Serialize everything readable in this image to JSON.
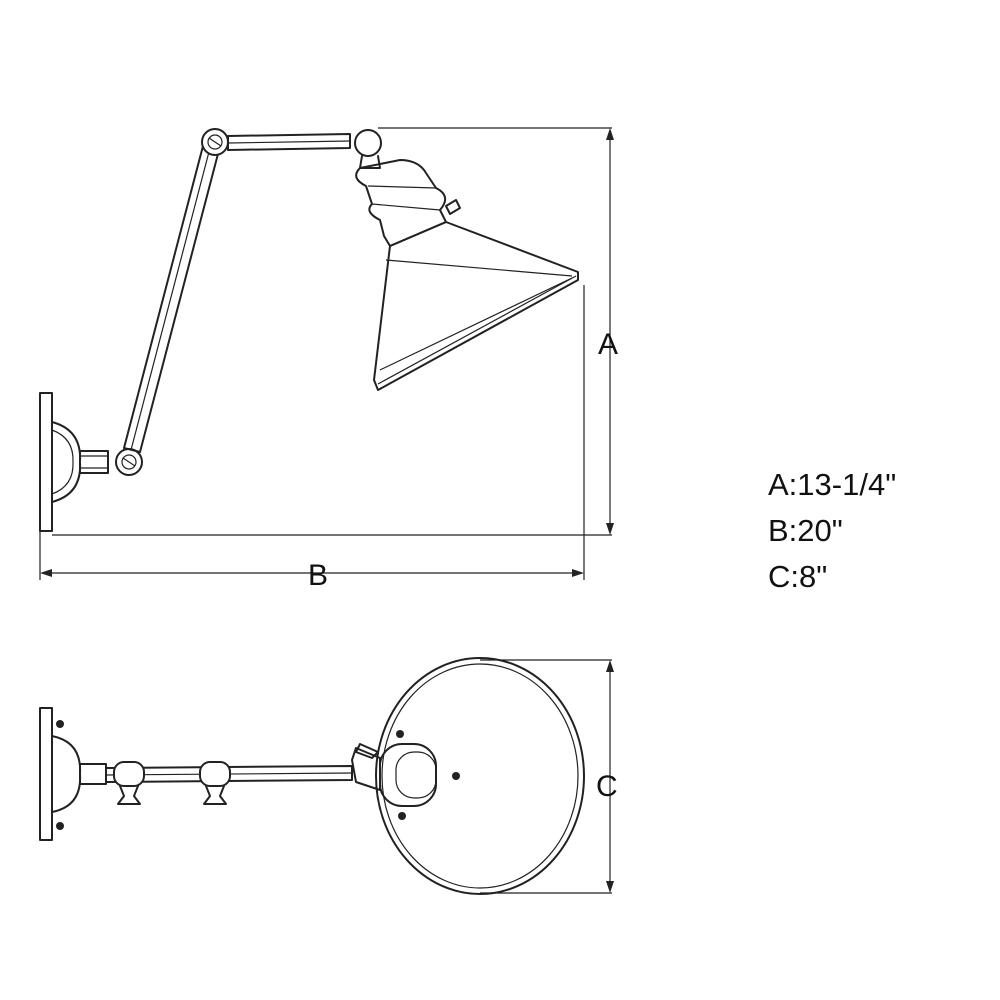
{
  "dimensions": {
    "height_label": "A",
    "width_label": "B",
    "diameter_label": "C"
  },
  "legend": [
    {
      "letter": "A",
      "text": "A:13-1/4\""
    },
    {
      "letter": "B",
      "text": "B:20\""
    },
    {
      "letter": "C",
      "text": "C:8\""
    }
  ],
  "colors": {
    "line": "#222222",
    "background": "#ffffff"
  }
}
